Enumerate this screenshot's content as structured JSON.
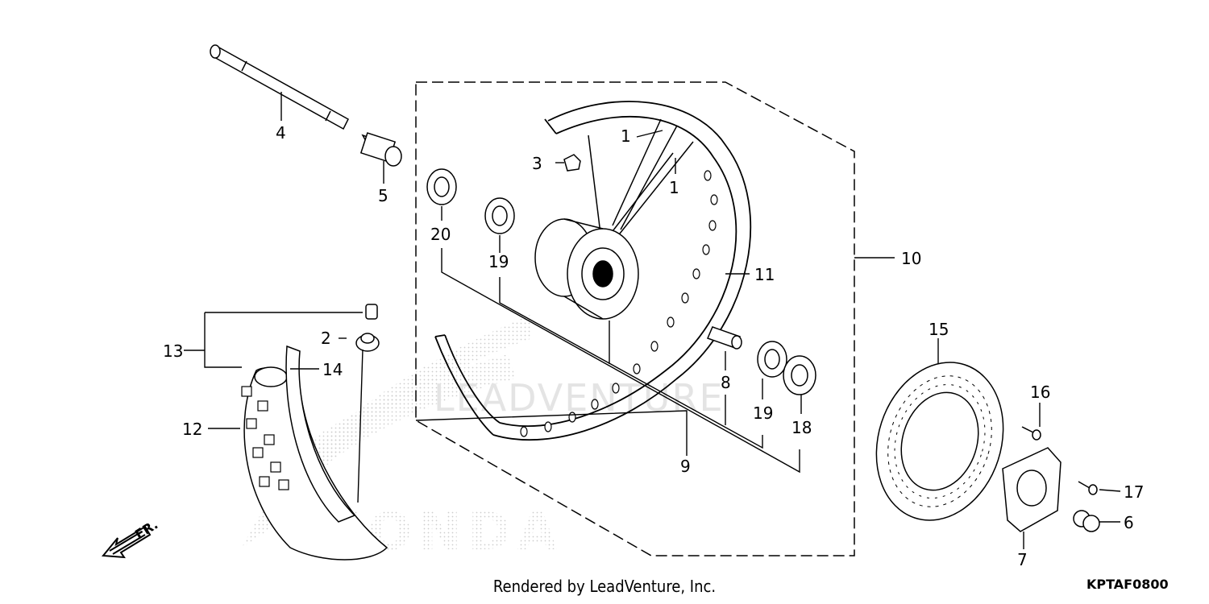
{
  "watermark": {
    "brand_text": "LEADVENTURE",
    "logo_text": "HONDA"
  },
  "callouts": [
    {
      "id": "c1a",
      "text": "1"
    },
    {
      "id": "c1b",
      "text": "1"
    },
    {
      "id": "c2",
      "text": "2"
    },
    {
      "id": "c3",
      "text": "3"
    },
    {
      "id": "c4",
      "text": "4"
    },
    {
      "id": "c5",
      "text": "5"
    },
    {
      "id": "c6",
      "text": "6"
    },
    {
      "id": "c7",
      "text": "7"
    },
    {
      "id": "c8",
      "text": "8"
    },
    {
      "id": "c9",
      "text": "9"
    },
    {
      "id": "c10",
      "text": "10"
    },
    {
      "id": "c11",
      "text": "11"
    },
    {
      "id": "c12",
      "text": "12"
    },
    {
      "id": "c13",
      "text": "13"
    },
    {
      "id": "c14",
      "text": "14"
    },
    {
      "id": "c15",
      "text": "15"
    },
    {
      "id": "c16",
      "text": "16"
    },
    {
      "id": "c17",
      "text": "17"
    },
    {
      "id": "c18",
      "text": "18"
    },
    {
      "id": "c19a",
      "text": "19"
    },
    {
      "id": "c19b",
      "text": "19"
    },
    {
      "id": "c20",
      "text": "20"
    }
  ],
  "direction_label": "FR.",
  "footer": {
    "rendered_by": "Rendered by LeadVenture, Inc.",
    "diagram_code": "KPTAF0800"
  }
}
